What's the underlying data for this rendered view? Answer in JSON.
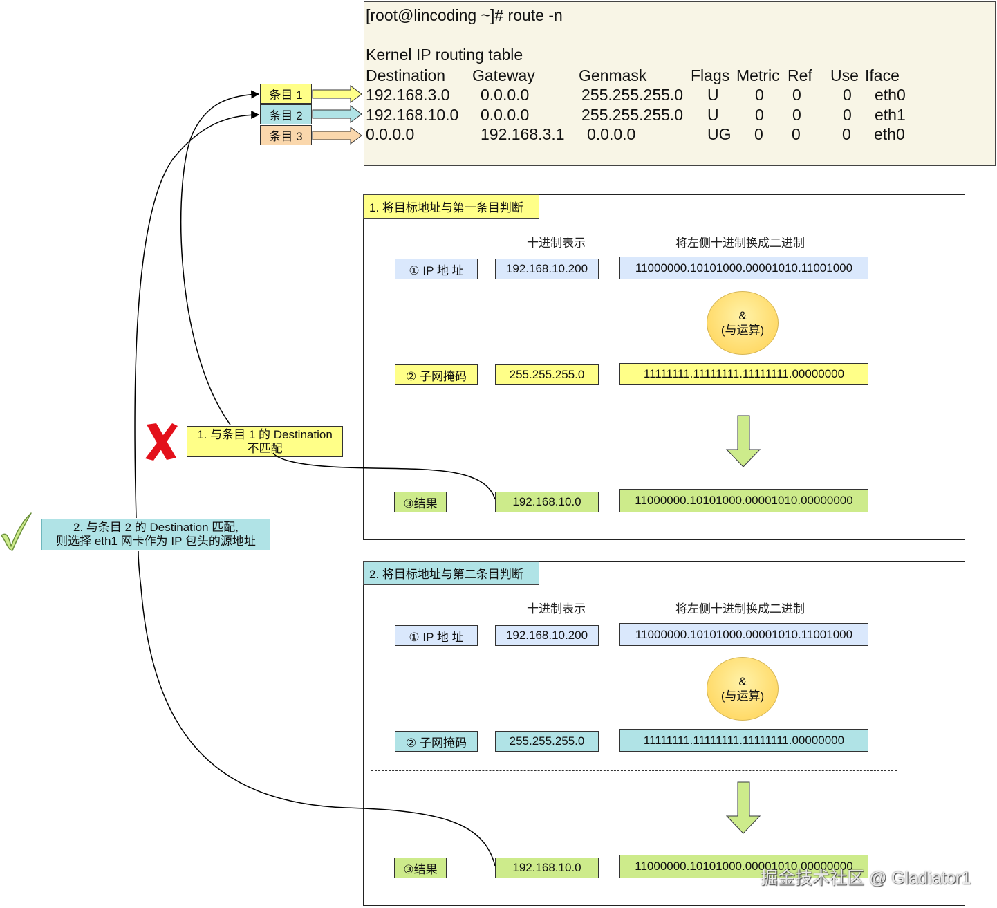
{
  "terminal": {
    "prompt": "[root@lincoding ~]# route -n",
    "table_title": "Kernel IP routing table",
    "columns": [
      "Destination",
      "Gateway",
      "Genmask",
      "Flags",
      "Metric",
      "Ref",
      "Use",
      "Iface"
    ],
    "rows": [
      [
        "192.168.3.0",
        "0.0.0.0",
        "255.255.255.0",
        "U",
        "0",
        "0",
        "0",
        "eth0"
      ],
      [
        "192.168.10.0",
        "0.0.0.0",
        "255.255.255.0",
        "U",
        "0",
        "0",
        "0",
        "eth1"
      ],
      [
        "0.0.0.0",
        "192.168.3.1",
        "0.0.0.0",
        "UG",
        "0",
        "0",
        "0",
        "eth0"
      ]
    ]
  },
  "entries": [
    "条目 1",
    "条目 2",
    "条目 3"
  ],
  "colors": {
    "entry1": "#ffff88",
    "entry2": "#b0e3e6",
    "entry3": "#fad7ac",
    "ip": "#dae8fc",
    "result": "#cdeb8b",
    "cross": "#e3101a",
    "check": "#8bc34a"
  },
  "panels": [
    {
      "title": "1. 将目标地址与第一条目判断",
      "header_decimal": "十进制表示",
      "header_binary": "将左侧十进制换成二进制",
      "ip_label": "① IP  地 址",
      "ip_decimal": "192.168.10.200",
      "ip_binary": "11000000.10101000.00001010.11001000",
      "op_symbol": "&",
      "op_label": "(与运算)",
      "mask_label": "② 子网掩码",
      "mask_decimal": "255.255.255.0",
      "mask_binary": "11111111.11111111.11111111.00000000",
      "result_label": "③结果",
      "result_decimal": "192.168.10.0",
      "result_binary": "11000000.10101000.00001010.00000000"
    },
    {
      "title": "2. 将目标地址与第二条目判断",
      "header_decimal": "十进制表示",
      "header_binary": "将左侧十进制换成二进制",
      "ip_label": "① IP  地 址",
      "ip_decimal": "192.168.10.200",
      "ip_binary": "11000000.10101000.00001010.11001000",
      "op_symbol": "&",
      "op_label": "(与运算)",
      "mask_label": "② 子网掩码",
      "mask_decimal": "255.255.255.0",
      "mask_binary": "11111111.11111111.11111111.00000000",
      "result_label": "③结果",
      "result_decimal": "192.168.10.0",
      "result_binary": "11000000.10101000.00001010.00000000"
    }
  ],
  "notes": {
    "mismatch_line1": "1. 与条目 1 的 Destination",
    "mismatch_line2": "不匹配",
    "match_line1": "2. 与条目 2  的 Destination 匹配,",
    "match_line2": "则选择 eth1 网卡作为 IP 包头的源地址"
  },
  "watermark": "掘金技术社区 @ Gladiator1"
}
